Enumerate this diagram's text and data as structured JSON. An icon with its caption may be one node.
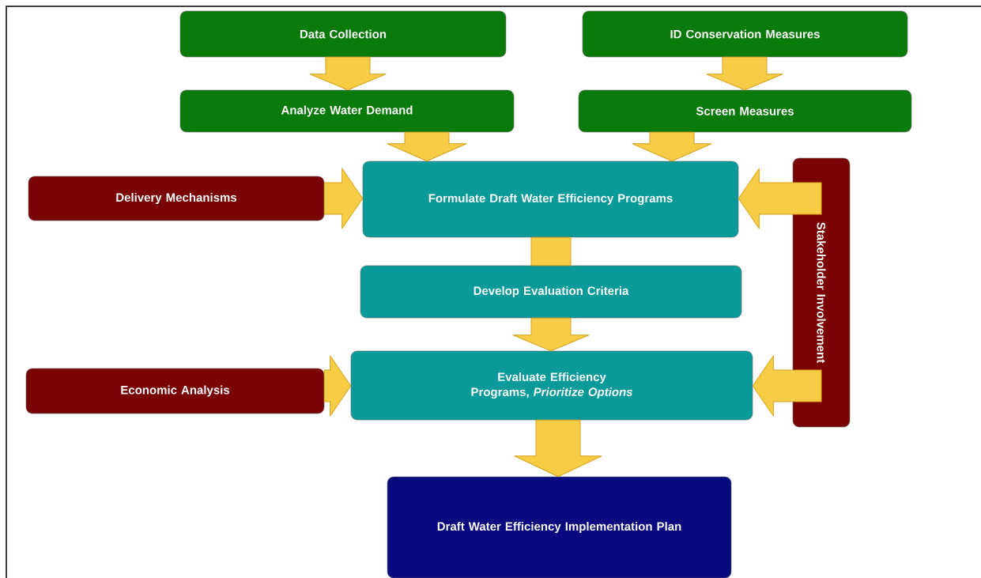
{
  "diagram": {
    "nodes": [
      {
        "text": [
          "Data Collection"
        ]
      },
      {
        "text": [
          "ID Conservation Measures"
        ]
      },
      {
        "text": [
          "Analyze Water Demand"
        ]
      },
      {
        "text": [
          "Screen Measures"
        ]
      },
      {
        "text": [
          "Delivery Mechanisms"
        ]
      },
      {
        "text": [
          "Formulate Draft Water Efficiency Programs"
        ]
      },
      {
        "text": [
          "Stakeholder Involvement"
        ]
      },
      {
        "text": [
          "Develop Evaluation Criteria"
        ]
      },
      {
        "text": [
          "Economic Analysis"
        ]
      },
      {
        "text": [
          "Evaluate Efficiency Programs, *Prioritize Options*"
        ]
      },
      {
        "text": [
          "Draft Water Efficiency Implementation Plan"
        ]
      }
    ],
    "edges": [
      {
        "from": 0,
        "to": 2,
        "arrow": "to"
      },
      {
        "from": 1,
        "to": 3,
        "arrow": "to"
      },
      {
        "from": 2,
        "to": 5,
        "arrow": "to"
      },
      {
        "from": 3,
        "to": 5,
        "arrow": "to"
      },
      {
        "from": 4,
        "to": 5,
        "arrow": "to"
      },
      {
        "from": 6,
        "to": 5,
        "arrow": "to"
      },
      {
        "from": 5,
        "to": 7,
        "arrow": "none"
      },
      {
        "from": 7,
        "to": 9,
        "arrow": "to"
      },
      {
        "from": 8,
        "to": 9,
        "arrow": "to"
      },
      {
        "from": 6,
        "to": 9,
        "arrow": "to"
      },
      {
        "from": 9,
        "to": 10,
        "arrow": "to"
      }
    ]
  }
}
